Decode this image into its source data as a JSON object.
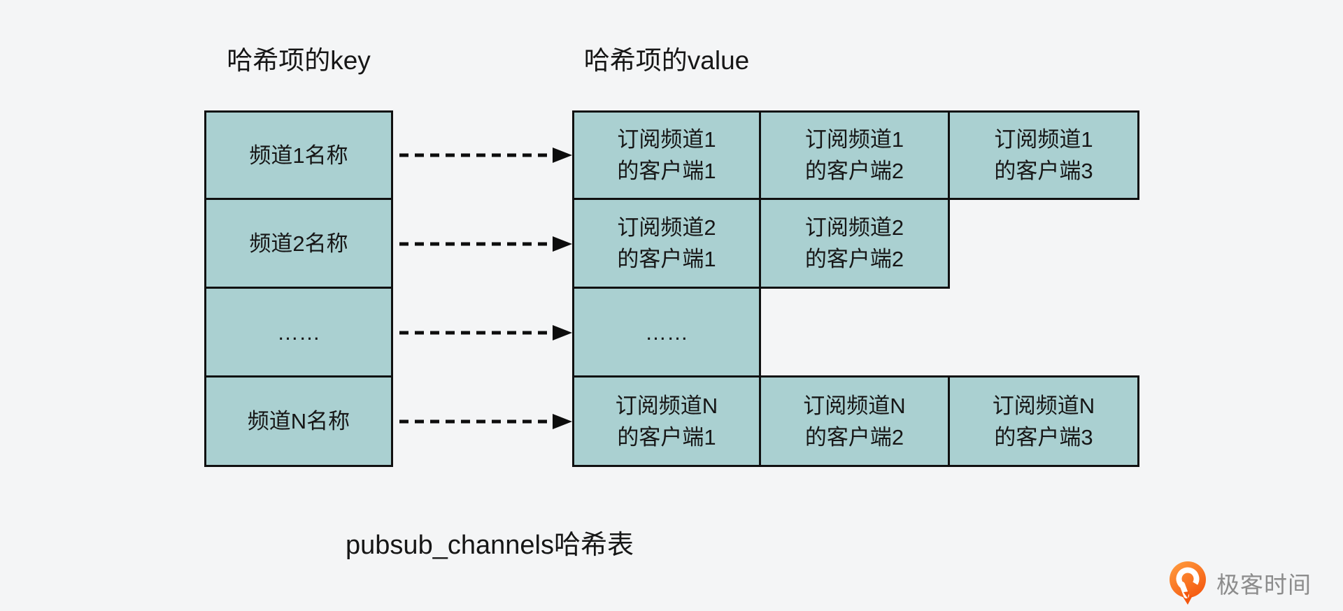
{
  "headers": {
    "key": "哈希项的key",
    "value": "哈希项的value"
  },
  "key_table": {
    "cells": [
      "频道1名称",
      "频道2名称",
      "……",
      "频道N名称"
    ]
  },
  "value_table": {
    "rows": [
      {
        "cells": [
          {
            "line1": "订阅频道1",
            "line2": "的客户端1"
          },
          {
            "line1": "订阅频道1",
            "line2": "的客户端2"
          },
          {
            "line1": "订阅频道1",
            "line2": "的客户端3"
          }
        ]
      },
      {
        "cells": [
          {
            "line1": "订阅频道2",
            "line2": "的客户端1"
          },
          {
            "line1": "订阅频道2",
            "line2": "的客户端2"
          }
        ]
      },
      {
        "cells": [
          {
            "line1": "……"
          }
        ]
      },
      {
        "cells": [
          {
            "line1": "订阅频道N",
            "line2": "的客户端1"
          },
          {
            "line1": "订阅频道N",
            "line2": "的客户端2"
          },
          {
            "line1": "订阅频道N",
            "line2": "的客户端3"
          }
        ]
      }
    ]
  },
  "caption": "pubsub_channels哈希表",
  "logo": {
    "text": "极客时间",
    "icon": "geektime-pin-icon"
  },
  "colors": {
    "background": "#f4f5f6",
    "cell_fill": "#aad0d1",
    "cell_border": "#101010",
    "arrow": "#0d0d0d",
    "logo_orange_light": "#ff9a3d",
    "logo_orange_dark": "#f4560e",
    "logo_text_gray": "#8c8c8c"
  }
}
